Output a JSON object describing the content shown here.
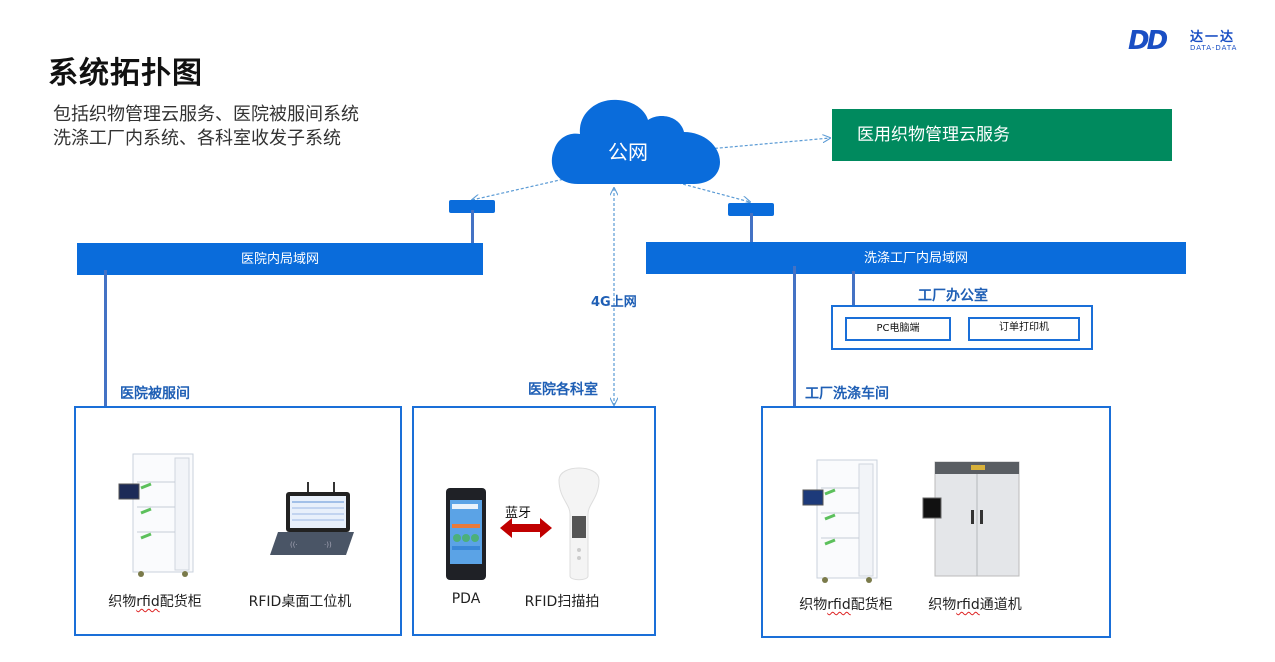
{
  "header": {
    "title": "系统拓扑图",
    "subtitle_lines": [
      "包括织物管理云服务、医院被服间系统",
      "洗涤工厂内系统、各科室收发子系统"
    ]
  },
  "logo": {
    "mark": "DD",
    "cn": "达一达",
    "en": "DATA-DATA",
    "color": "#1a4fc4"
  },
  "cloud": {
    "label": "公网",
    "color": "#0a6cdb",
    "icon": "cloud-icon"
  },
  "cloud_service": {
    "label": "医用织物管理云服务",
    "color": "#008a5e"
  },
  "networks": {
    "hospital_lan": "医院内局域网",
    "factory_lan": "洗涤工厂内局域网",
    "mobile_link": "4G上网",
    "lan_color": "#0a6cdb"
  },
  "factory_office": {
    "label": "工厂办公室",
    "items": [
      "PC电脑端",
      "订单打印机"
    ]
  },
  "zones": {
    "linen_room": {
      "label": "医院被服间",
      "devices": [
        {
          "prefix": "织物",
          "mid": "rfid",
          "suffix": "配货柜",
          "icon": "cabinet-icon"
        },
        {
          "prefix": "RFID桌面工位机",
          "mid": "",
          "suffix": "",
          "icon": "desktop-terminal-icon"
        }
      ]
    },
    "departments": {
      "label": "医院各科室",
      "link_label": "蓝牙",
      "devices": [
        {
          "prefix": "PDA",
          "mid": "",
          "suffix": "",
          "icon": "pda-icon"
        },
        {
          "prefix": "RFID扫描拍",
          "mid": "",
          "suffix": "",
          "icon": "handheld-scanner-icon"
        }
      ]
    },
    "laundry": {
      "label": "工厂洗涤车间",
      "devices": [
        {
          "prefix": "织物",
          "mid": "rfid",
          "suffix": "配货柜",
          "icon": "cabinet-icon"
        },
        {
          "prefix": "织物",
          "mid": "rfid",
          "suffix": "通道机",
          "icon": "tunnel-machine-icon"
        }
      ]
    }
  },
  "colors": {
    "accent": "#1a6fd8",
    "label_blue": "#1f5fb5",
    "dashed_link": "#5b9bd5",
    "bluetooth_arrow": "#c00000"
  }
}
